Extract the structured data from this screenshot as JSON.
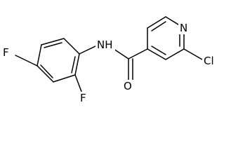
{
  "diagram": {
    "kind": "skeletal-structure",
    "atoms": {
      "f_top": "F",
      "f_bottom": "F",
      "nh": "NH",
      "o": "O",
      "n_ring": "N",
      "cl": "Cl"
    },
    "colors": {
      "bond": "#000000",
      "label": "#000000",
      "background": "#ffffff"
    }
  }
}
